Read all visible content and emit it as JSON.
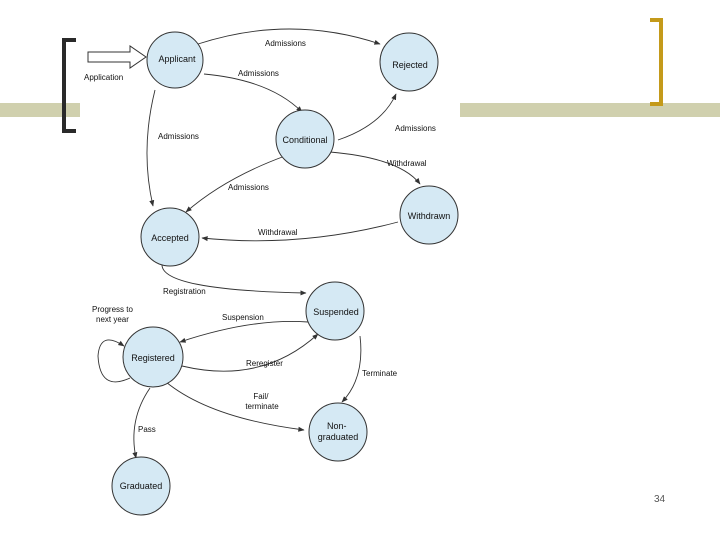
{
  "colors": {
    "accent_olive": "#c8c8a0",
    "bracket_dark": "#2a2a2a",
    "bracket_gold": "#c49a1a",
    "state_fill": "#d5e9f4"
  },
  "slide": {
    "page_number": "34"
  },
  "diagram": {
    "entry_label": "Application",
    "states": [
      {
        "id": "applicant",
        "label": "Applicant"
      },
      {
        "id": "rejected",
        "label": "Rejected"
      },
      {
        "id": "conditional",
        "label": "Conditional"
      },
      {
        "id": "withdrawn",
        "label": "Withdrawn"
      },
      {
        "id": "accepted",
        "label": "Accepted"
      },
      {
        "id": "suspended",
        "label": "Suspended"
      },
      {
        "id": "registered",
        "label": "Registered"
      },
      {
        "id": "non_graduated",
        "label": "Non-graduated"
      },
      {
        "id": "graduated",
        "label": "Graduated"
      }
    ],
    "transitions": [
      {
        "from": "applicant",
        "to": "rejected",
        "label": "Admissions"
      },
      {
        "from": "applicant",
        "to": "conditional",
        "label": "Admissions"
      },
      {
        "from": "applicant",
        "to": "accepted",
        "label": "Admissions"
      },
      {
        "from": "conditional",
        "to": "rejected",
        "label": "Admissions"
      },
      {
        "from": "conditional",
        "to": "withdrawn",
        "label": "Withdrawal"
      },
      {
        "from": "conditional",
        "to": "accepted",
        "label": "Admissions"
      },
      {
        "from": "withdrawn",
        "to": "accepted",
        "label": "Withdrawal"
      },
      {
        "from": "accepted",
        "to": "suspended",
        "label": "Registration"
      },
      {
        "from": "suspended",
        "to": "registered",
        "label": "Suspension"
      },
      {
        "from": "registered",
        "to": "suspended",
        "label": "Reregister"
      },
      {
        "from": "suspended",
        "to": "non_graduated",
        "label": "Terminate"
      },
      {
        "from": "registered",
        "to": "non_graduated",
        "label": "Fail/ terminate"
      },
      {
        "from": "registered",
        "to": "registered",
        "label": "Progress to next year"
      },
      {
        "from": "registered",
        "to": "graduated",
        "label": "Pass"
      }
    ]
  }
}
